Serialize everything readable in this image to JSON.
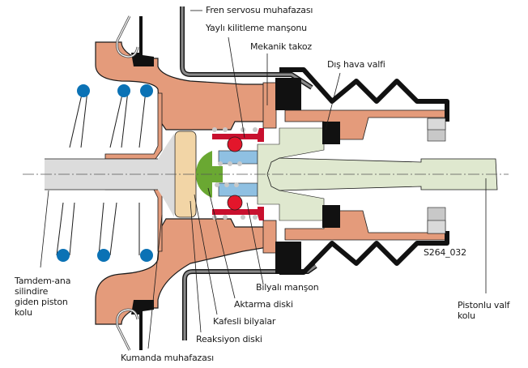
{
  "diagram": {
    "title": "Brake booster cross-section",
    "figure_id": "S264_032",
    "colors": {
      "housing": "#e49b7b",
      "housing_outline": "#1a1a1a",
      "spring_wire": "#0b72b5",
      "piston_rod": "#dcdcdc",
      "reaction_disc": "#f2d5a6",
      "transfer_disc": "#6aa832",
      "ball_sleeve": "#8fc0e2",
      "balls": "#e3162b",
      "locking_sleeve": "#c8102e",
      "valve_rod": "#dfe8cf",
      "seal_black": "#111111",
      "servo_housing": "#8a8a8a",
      "small_balls": "#c8c8c8"
    },
    "labels": {
      "fren_servosu": "Fren servosu muhafazası",
      "yayli_kilitleme": "Yaylı kilitleme manşonu",
      "mekanik_takoz": "Mekanik takoz",
      "dis_hava_valfi": "Dış hava valfi",
      "tamdem_ana": "Tamdem-ana\nsilindire\ngiden piston\nkolu",
      "bilyali_manson": "Bilyalı manşon",
      "aktarma_diski": "Aktarma diski",
      "kafesli_bilyalar": "Kafesli bilyalar",
      "reaksiyon_diski": "Reaksiyon diski",
      "kumanda_muhafazasi": "Kumanda muhafazası",
      "pistonlu_valf": "Pistonlu valf\nkolu",
      "figure_code": "S264_032"
    }
  }
}
